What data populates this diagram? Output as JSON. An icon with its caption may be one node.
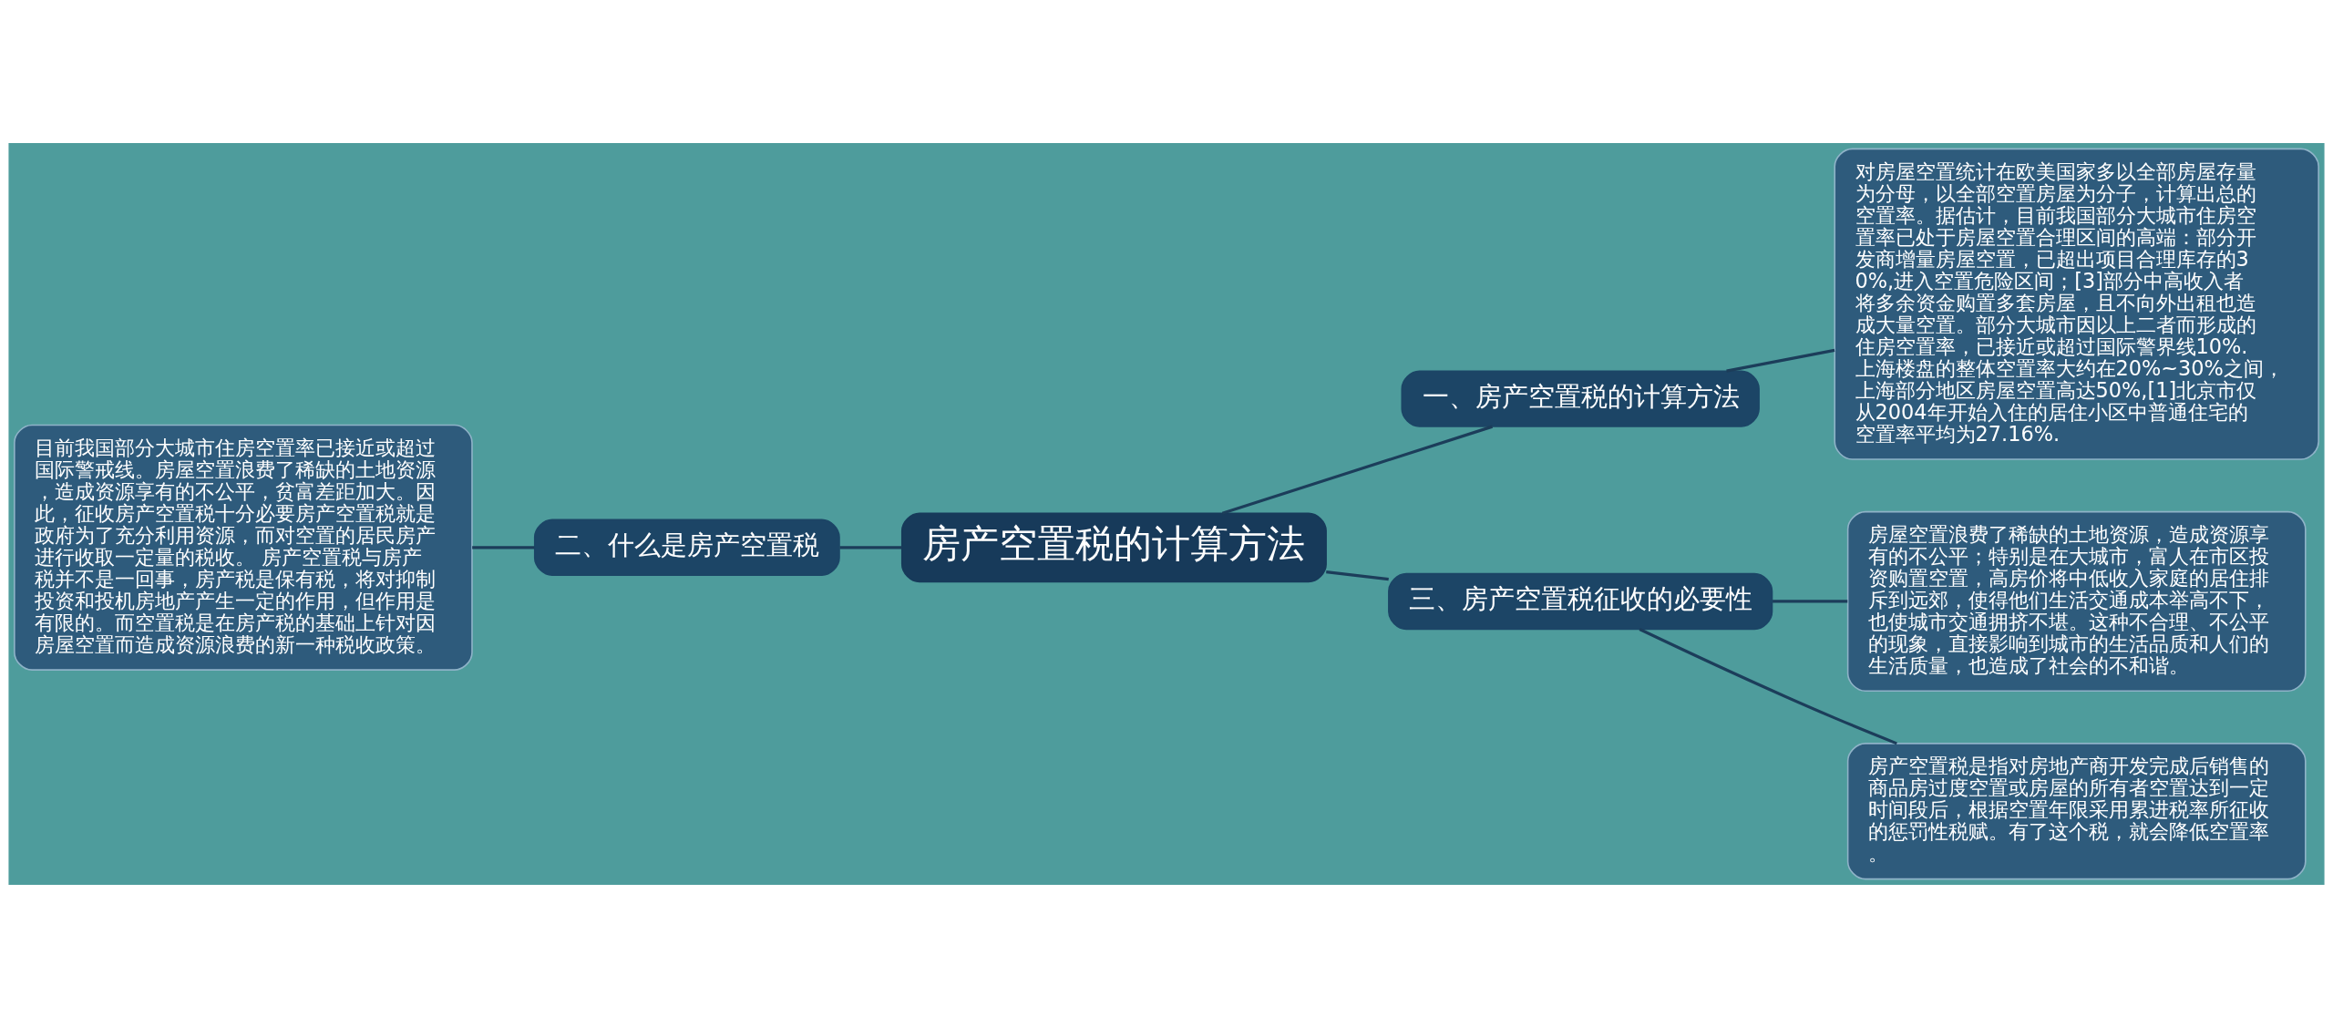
{
  "diagram": {
    "nodes": [
      {
        "text": [
          "房产空置税的计算方法"
        ]
      },
      {
        "text": [
          "一、房产空置税的计算方法"
        ]
      },
      {
        "text": [
          "对房屋空置统计在欧美国家多以全部房屋存量为分母，以全部空置房屋为分子，计算出总的空置率。据估计，目前我国部分大城市住房空置率已处于房屋空置合理区间的高端：部分开发商增量房屋空置，已超出项目合理库存的30%,进入空置危险区间；[3]部分中高收入者将多余资金购置多套房屋，且不向外出租也造成大量空置。部分大城市因以上二者而形成的住房空置率，已接近或超过国际警界线10%.上海楼盘的整体空置率大约在20%~30%之间，上海部分地区房屋空置高达50%,[1]北京市仅从2004年开始入住的居住小区中普通住宅的空置率平均为27.16%."
        ]
      },
      {
        "text": [
          "二、什么是房产空置税"
        ]
      },
      {
        "text": [
          "目前我国部分大城市住房空置率已接近或超过国际警戒线。房屋空置浪费了稀缺的土地资源，造成资源享有的不公平，贫富差距加大。因此，征收房产空置税十分必要房产空置税就是政府为了充分利用资源，而对空置的居民房产进行收取一定量的税收。 房产空置税与房产税并不是一回事，房产税是保有税，将对抑制投资和投机房地产产生一定的作用，但作用是有限的。而空置税是在房产税的基础上针对因房屋空置而造成资源浪费的新一种税收政策。"
        ]
      },
      {
        "text": [
          "三、房产空置税征收的必要性"
        ]
      },
      {
        "text": [
          "房屋空置浪费了稀缺的土地资源，造成资源享有的不公平；特别是在大城市，富人在市区投资购置空置，高房价将中低收入家庭的居住排斥到远郊，使得他们生活交通成本举高不下，也使城市交通拥挤不堪。这种不合理、不公平的现象，直接影响到城市的生活品质和人们的生活质量，也造成了社会的不和谐。"
        ]
      },
      {
        "text": [
          "房产空置税是指对房地产商开发完成后销售的商品房过度空置或房屋的所有者空置达到一定时间段后，根据空置年限采用累进税率所征收的惩罚性税赋。有了这个税，就会降低空置率。"
        ]
      }
    ],
    "edges": [
      {
        "from": 0,
        "to": 1,
        "arrow": "none"
      },
      {
        "from": 1,
        "to": 2,
        "arrow": "none"
      },
      {
        "from": 4,
        "to": 3,
        "arrow": "none"
      },
      {
        "from": 3,
        "to": 0,
        "arrow": "none"
      },
      {
        "from": 0,
        "to": 5,
        "arrow": "none"
      },
      {
        "from": 5,
        "to": 6,
        "arrow": "none"
      },
      {
        "from": 5,
        "to": 7,
        "arrow": "none"
      }
    ]
  }
}
